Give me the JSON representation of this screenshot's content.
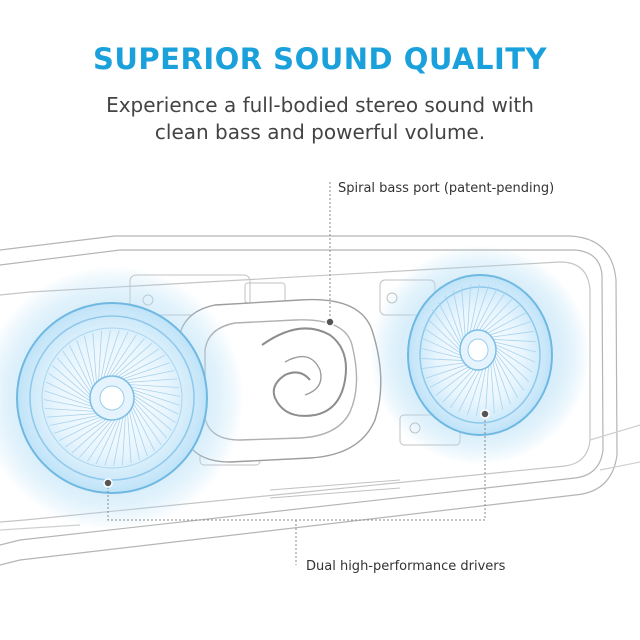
{
  "headline": "SUPERIOR SOUND QUALITY",
  "subheadline_line1": "Experience a full-bodied stereo sound with",
  "subheadline_line2": "clean bass and powerful volume.",
  "callouts": {
    "bass_port": "Spiral bass port (patent-pending)",
    "drivers": "Dual high-performance drivers"
  },
  "colors": {
    "accent": "#1aa1dc",
    "glow": "#9fd4f2",
    "line": "#9a9a9a"
  }
}
